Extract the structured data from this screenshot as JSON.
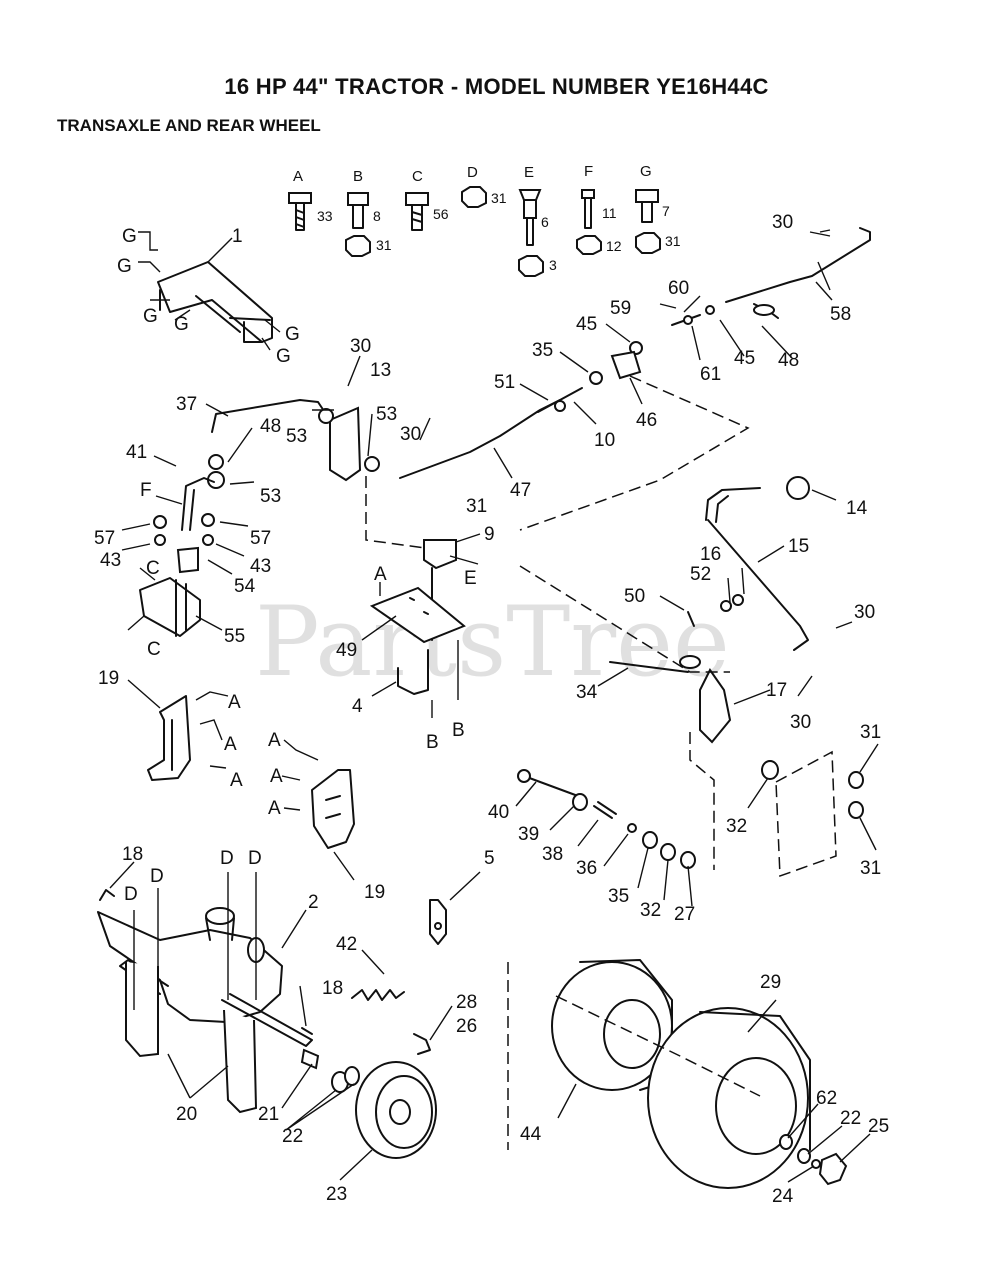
{
  "header": {
    "title": "16 HP 44\" TRACTOR - MODEL NUMBER YE16H44C",
    "subtitle": "TRANSAXLE AND REAR WHEEL"
  },
  "watermark": "PartsTree",
  "hardware": [
    {
      "letter": "A",
      "qty_top": "33",
      "qty_bottom": ""
    },
    {
      "letter": "B",
      "qty_top": "8",
      "qty_bottom": "31"
    },
    {
      "letter": "C",
      "qty_top": "56",
      "qty_bottom": ""
    },
    {
      "letter": "D",
      "qty_top": "31",
      "qty_bottom": ""
    },
    {
      "letter": "E",
      "qty_top": "6",
      "qty_bottom": "3"
    },
    {
      "letter": "F",
      "qty_top": "11",
      "qty_bottom": "12"
    },
    {
      "letter": "G",
      "qty_top": "7",
      "qty_bottom": "31"
    }
  ],
  "labels": [
    "1",
    "2",
    "3",
    "4",
    "5",
    "6",
    "7",
    "8",
    "9",
    "10",
    "11",
    "12",
    "13",
    "14",
    "15",
    "16",
    "17",
    "18",
    "19",
    "20",
    "21",
    "22",
    "23",
    "24",
    "25",
    "26",
    "27",
    "28",
    "29",
    "30",
    "31",
    "32",
    "33",
    "34",
    "35",
    "36",
    "37",
    "38",
    "39",
    "40",
    "41",
    "42",
    "43",
    "44",
    "45",
    "46",
    "47",
    "48",
    "49",
    "50",
    "51",
    "52",
    "53",
    "54",
    "55",
    "56",
    "57",
    "58",
    "59",
    "60",
    "61",
    "62"
  ],
  "letter_callouts": [
    "A",
    "B",
    "C",
    "D",
    "E",
    "F",
    "G"
  ]
}
